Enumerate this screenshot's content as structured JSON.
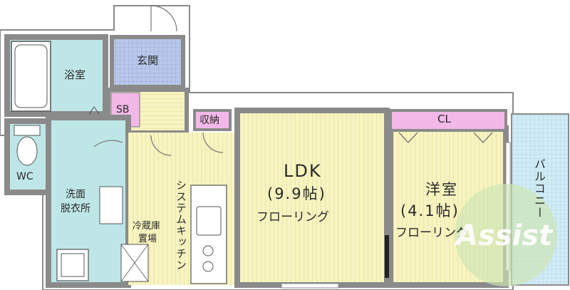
{
  "rooms": {
    "bath": "浴室",
    "entrance": "玄関",
    "shoe_box": "SB",
    "storage": "収納",
    "closet": "CL",
    "wc": "WC",
    "washroom_line1": "洗面",
    "washroom_line2": "脱衣所",
    "fridge_line1": "冷蔵庫",
    "fridge_line2": "置場",
    "kitchen": "システムキッチン",
    "ldk_name": "LDK",
    "ldk_size": "(9.9帖)",
    "ldk_floor": "フローリング",
    "western_name": "洋室",
    "western_size": "(4.1帖)",
    "western_floor": "フローリング",
    "balcony": "バルコニー"
  },
  "watermark": "Assist",
  "colors": {
    "wall": "#8a8a8a",
    "bath_fill": "#bfe6e6",
    "entrance_fill": "#b9c8ea",
    "pink_fill": "#f2b8e8",
    "floor_fill": "#f7f4c2",
    "balcony_fill": "#d2ecf6",
    "watermark": "#cde6b4"
  }
}
